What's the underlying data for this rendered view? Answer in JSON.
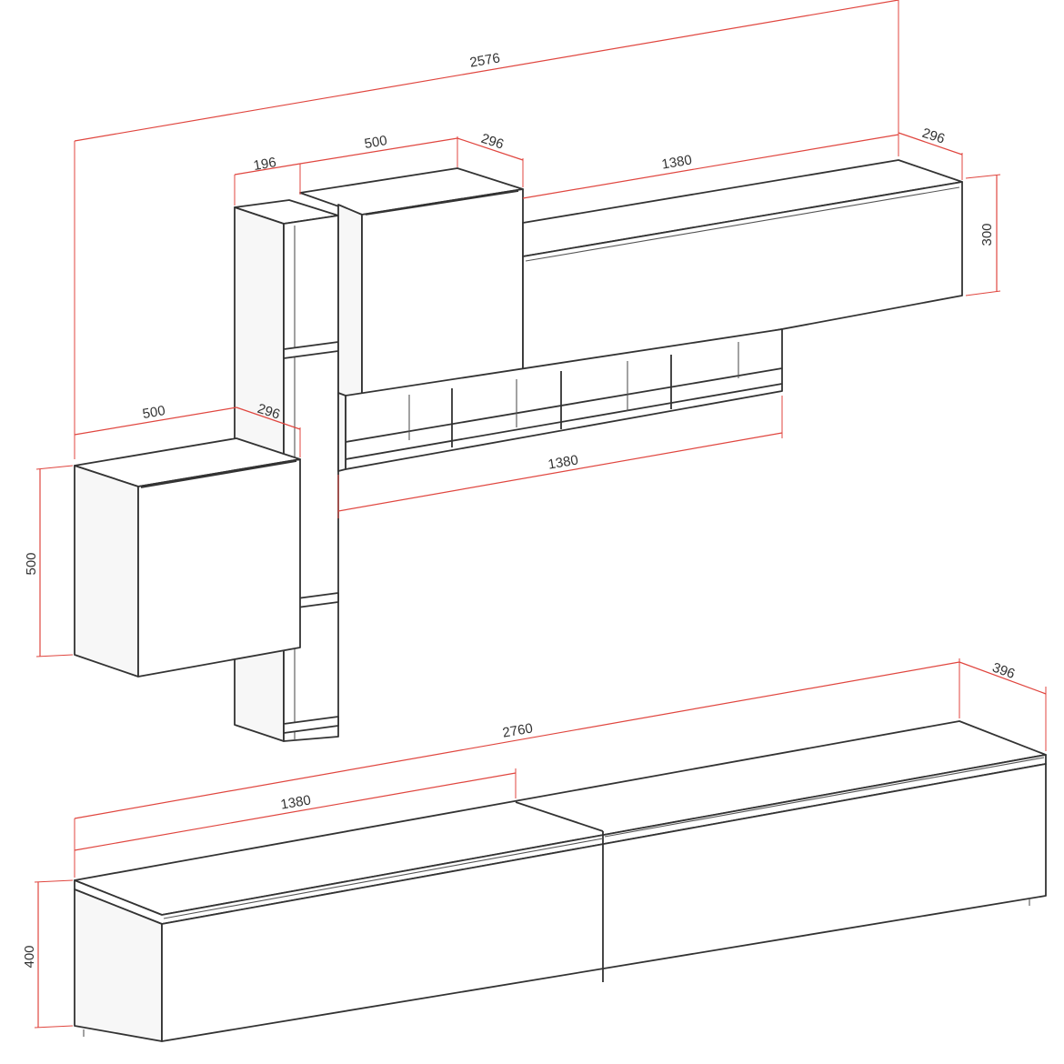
{
  "colors": {
    "dimension": "#e0463f",
    "outline": "#333333",
    "text": "#333333"
  },
  "dimensions": {
    "total_wall_width": "2576",
    "shelf_unit_width": "196",
    "upper_cabinet_width": "500",
    "upper_cabinet_depth": "296",
    "top_cabinet_width": "1380",
    "top_cabinet_depth": "296",
    "top_cabinet_height": "300",
    "left_cabinet_width": "500",
    "left_cabinet_depth": "296",
    "left_cabinet_height": "500",
    "open_shelf_width": "1380",
    "tv_unit_width": "2760",
    "tv_unit_depth": "396",
    "tv_module_width": "1380",
    "tv_unit_height": "400"
  }
}
